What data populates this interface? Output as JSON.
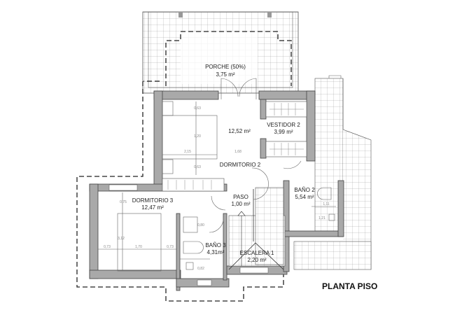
{
  "plan": {
    "title": "PLANTA PISO",
    "rooms": {
      "porche": {
        "name": "PORCHE (50%)",
        "area": "3,75 m²"
      },
      "dormitorio2": {
        "name": "DORMITORIO 2",
        "area": "12,52 m²"
      },
      "vestidor2": {
        "name": "VESTIDOR 2",
        "area": "3,99 m²"
      },
      "dormitorio3": {
        "name": "DORMITORIO 3",
        "area": "12,47 m²"
      },
      "paso": {
        "name": "PASO",
        "area": "1,00 m²"
      },
      "bano2": {
        "name": "BAÑO 2",
        "area": "5,54 m²"
      },
      "bano3": {
        "name": "BAÑO 3",
        "area": "4,31m²"
      },
      "escalera": {
        "name": "ESCALERA 1",
        "area": "2,20 m²"
      }
    },
    "dimensions": {
      "d2_top": "0,63",
      "d2_bed": "1,20",
      "d2_bottom": "0,63",
      "d2_left": "2,15",
      "d2_right": "1,68",
      "d3_top": "0,75",
      "d3_bed": "3,12",
      "d3_left": "0,73",
      "d3_mid": "1,70",
      "d3_right": "0,73",
      "b3_top": "0,80",
      "b3_bottom": "0,82",
      "b2_top": "1,11",
      "b2_bottom": "1,21"
    }
  }
}
